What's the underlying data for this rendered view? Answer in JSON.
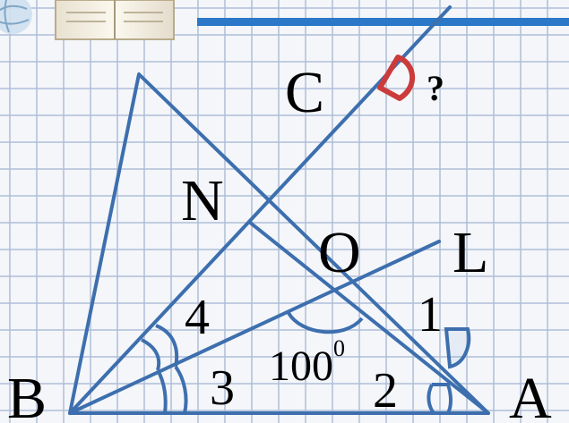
{
  "labels": {
    "c": "C",
    "question": "?",
    "n": "N",
    "o": "O",
    "l": "L",
    "four": "4",
    "one": "1",
    "three": "3",
    "angle_value": "100",
    "angle_sup": "0",
    "two": "2",
    "b": "B",
    "a": "A"
  },
  "colors": {
    "line": "#3d6fae",
    "arc": "#3d6fae",
    "question_arc": "#cc3b3b",
    "header_bar": "#2a78c7",
    "text": "#000000"
  },
  "decorations": [
    "globe-icon",
    "open-book-icon"
  ]
}
